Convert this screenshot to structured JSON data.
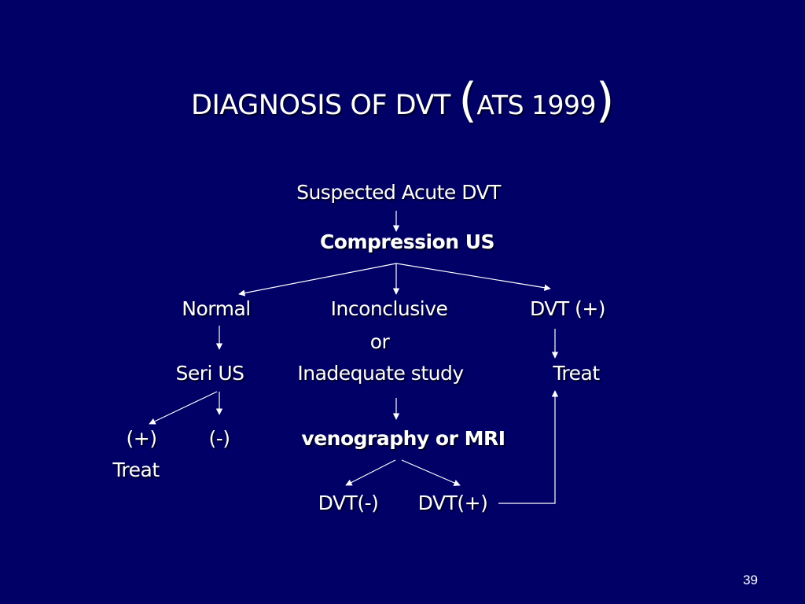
{
  "slide": {
    "title_main": "DIAGNOSIS OF DVT",
    "title_open_paren": "(",
    "title_sub": "ATS 1999",
    "title_close_paren": ")",
    "page_number": "39"
  },
  "flow": {
    "suspected": "Suspected Acute DVT",
    "compression_us": "Compression US",
    "normal": "Normal",
    "inconclusive": "Inconclusive",
    "dvt_pos": "DVT (+)",
    "or": "or",
    "seri_us": "Seri US",
    "inadequate": "Inadequate study",
    "treat_right": "Treat",
    "plus": "(+)",
    "minus": "(-)",
    "venography": "venography or MRI",
    "treat_left": "Treat",
    "dvt_neg_result": "DVT(-)",
    "dvt_pos_result": "DVT(+)"
  }
}
